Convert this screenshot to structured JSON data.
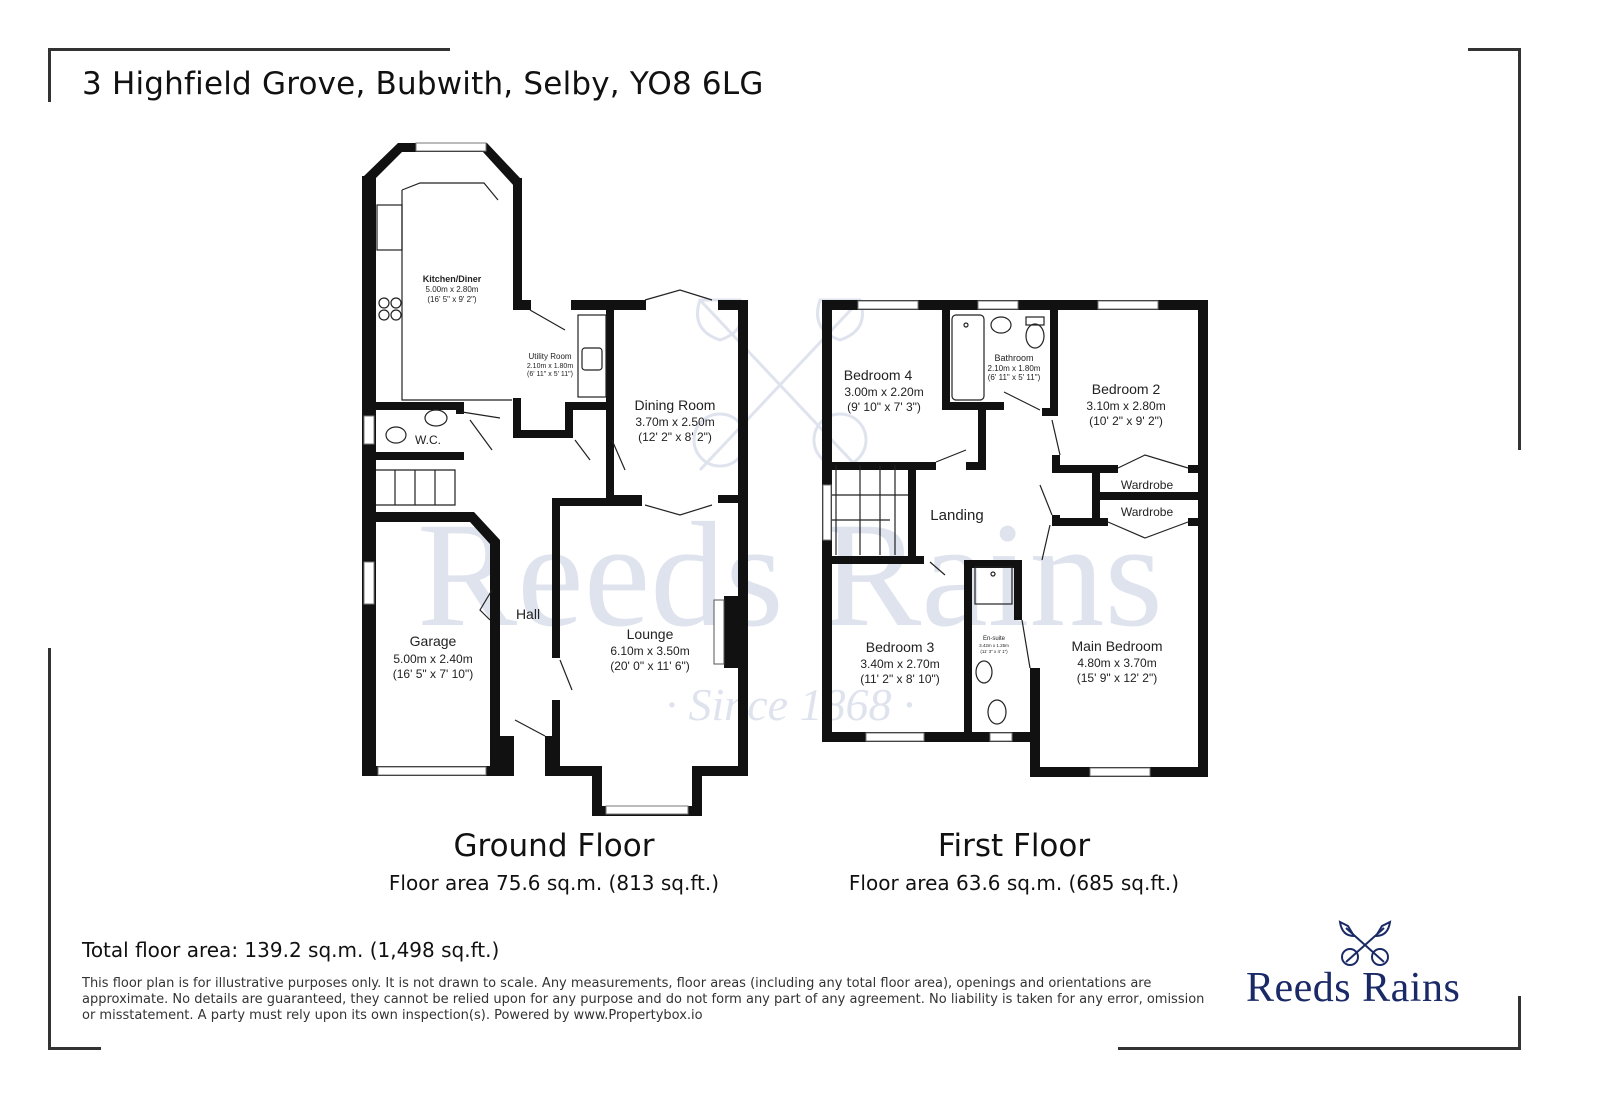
{
  "header": {
    "address": "3 Highfield Grove, Bubwith, Selby, YO8 6LG"
  },
  "watermark": {
    "brand": "Reeds Rains",
    "tagline": "· Since 1868 ·"
  },
  "ground_floor": {
    "title": "Ground Floor",
    "area": "Floor area 75.6 sq.m. (813 sq.ft.)",
    "rooms": [
      {
        "name": "Kitchen/Diner",
        "metric": "5.00m x 2.80m",
        "imperial": "(16' 5\" x 9' 2\")"
      },
      {
        "name": "Utility Room",
        "metric": "2.10m x 1.80m",
        "imperial": "(6' 11\" x 5' 11\")"
      },
      {
        "name": "Dining Room",
        "metric": "3.70m x 2.50m",
        "imperial": "(12' 2\" x 8' 2\")"
      },
      {
        "name": "W.C."
      },
      {
        "name": "Hall"
      },
      {
        "name": "Garage",
        "metric": "5.00m x 2.40m",
        "imperial": "(16' 5\" x 7' 10\")"
      },
      {
        "name": "Lounge",
        "metric": "6.10m x 3.50m",
        "imperial": "(20' 0\" x 11' 6\")"
      }
    ]
  },
  "first_floor": {
    "title": "First Floor",
    "area": "Floor area 63.6 sq.m. (685 sq.ft.)",
    "rooms": [
      {
        "name": "Bedroom 4",
        "metric": "3.00m x 2.20m",
        "imperial": "(9' 10\" x 7' 3\")"
      },
      {
        "name": "Bathroom",
        "metric": "2.10m x 1.80m",
        "imperial": "(6' 11\" x 5' 11\")"
      },
      {
        "name": "Bedroom 2",
        "metric": "3.10m x 2.80m",
        "imperial": "(10' 2\" x 9' 2\")"
      },
      {
        "name": "Wardrobe"
      },
      {
        "name": "Wardrobe"
      },
      {
        "name": "Landing"
      },
      {
        "name": "Bedroom 3",
        "metric": "3.40m x 2.70m",
        "imperial": "(11' 2\" x 8' 10\")"
      },
      {
        "name": "En-suite",
        "metric": "3.42m x 1.25m",
        "imperial": "(11' 3\" x 4' 1\")"
      },
      {
        "name": "Main Bedroom",
        "metric": "4.80m x 3.70m",
        "imperial": "(15' 9\" x 12' 2\")"
      }
    ]
  },
  "footer": {
    "total_area": "Total floor area: 139.2 sq.m. (1,498 sq.ft.)",
    "disclaimer": "This floor plan is for illustrative purposes only. It is not drawn to scale. Any measurements, floor areas (including any total floor area), openings and orientations are approximate. No details are guaranteed, they cannot be relied upon for any purpose and do not form any part of any agreement. No liability is taken for any error, omission or misstatement. A party must rely upon its own inspection(s). Powered by www.Propertybox.io",
    "brand": "Reeds Rains",
    "brand_icon": "crossed-keys-icon"
  },
  "colors": {
    "wall": "#111111",
    "brand": "#1a2a66",
    "watermark": "#dfe3ee",
    "frame": "#333333"
  }
}
